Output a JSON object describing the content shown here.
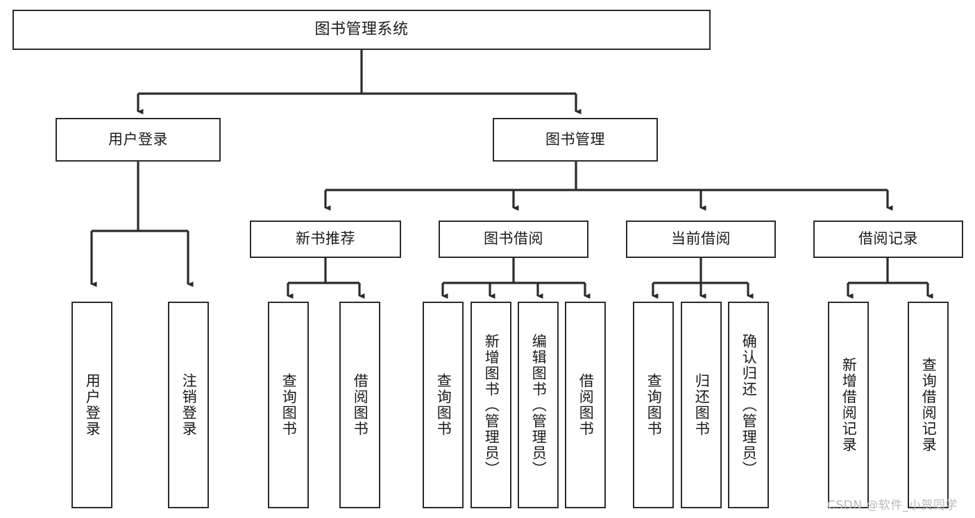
{
  "diagram": {
    "title": "图书管理系统",
    "type": "hierarchy-tree",
    "orientation": "top-down",
    "colors": {
      "stroke": "#2b2b2b",
      "fill": "#ffffff",
      "text": "#1a1a1a",
      "watermark": "#b9b9b9"
    },
    "nodes": {
      "root": {
        "label": "图书管理系统"
      },
      "level1": [
        {
          "id": "user-login",
          "label": "用户登录"
        },
        {
          "id": "book-manage",
          "label": "图书管理"
        }
      ],
      "level2": [
        {
          "id": "new-book-recommend",
          "label": "新书推荐"
        },
        {
          "id": "book-borrow",
          "label": "图书借阅"
        },
        {
          "id": "current-borrow",
          "label": "当前借阅"
        },
        {
          "id": "borrow-record",
          "label": "借阅记录"
        }
      ],
      "leaves": {
        "user-login": [
          {
            "id": "leaf-user-login",
            "label": "用户登录"
          },
          {
            "id": "leaf-logout-login",
            "label": "注销登录"
          }
        ],
        "new-book-recommend": [
          {
            "id": "leaf-query-book-1",
            "label": "查询图书"
          },
          {
            "id": "leaf-borrow-book-1",
            "label": "借阅图书"
          }
        ],
        "book-borrow": [
          {
            "id": "leaf-query-book-2",
            "label": "查询图书"
          },
          {
            "id": "leaf-add-book",
            "label": "新增图书（管理员）"
          },
          {
            "id": "leaf-edit-book",
            "label": "编辑图书（管理员）"
          },
          {
            "id": "leaf-borrow-book-2",
            "label": "借阅图书"
          }
        ],
        "current-borrow": [
          {
            "id": "leaf-query-book-3",
            "label": "查询图书"
          },
          {
            "id": "leaf-return-book",
            "label": "归还图书"
          },
          {
            "id": "leaf-confirm-return",
            "label": "确认归还（管理员）"
          }
        ],
        "borrow-record": [
          {
            "id": "leaf-add-record",
            "label": "新增借阅记录"
          },
          {
            "id": "leaf-query-record",
            "label": "查询借阅记录"
          }
        ]
      }
    },
    "watermark": "CSDN @软件_小贺同学"
  }
}
